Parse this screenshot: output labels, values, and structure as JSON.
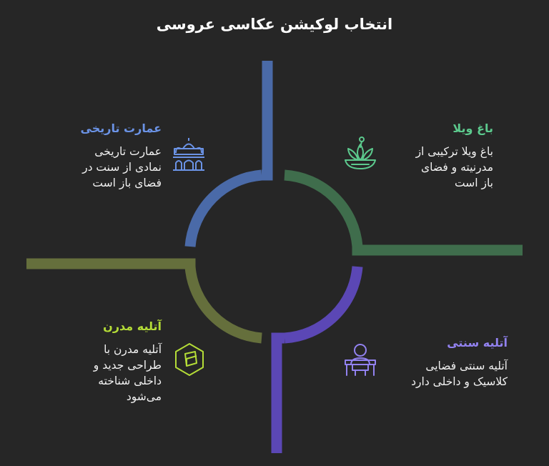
{
  "title": "انتخاب لوکیشن عکاسی عروسی",
  "colors": {
    "background": "#262626",
    "historic": "#4a6aa8",
    "garden": "#3f6d4c",
    "traditional": "#5b47b5",
    "modern": "#656f3c",
    "historic_text": "#6b93e6",
    "garden_text": "#5cc98d",
    "traditional_text": "#9282f0",
    "modern_text": "#b4dc37"
  },
  "quadrants": [
    {
      "id": "historic",
      "title": "عمارت تاریخی",
      "description": [
        "عمارت تاریخی",
        "نمادی از سنت در",
        "فضای باز است"
      ],
      "icon": "historic-mansion-icon"
    },
    {
      "id": "garden",
      "title": "باغ ویلا",
      "description": [
        "باغ ویلا ترکیبی از",
        "مدرنیته و فضای",
        "باز است"
      ],
      "icon": "garden-plant-icon"
    },
    {
      "id": "traditional",
      "title": "آتلیه سنتی",
      "description": [
        "آتلیه سنتی فضایی",
        "کلاسیک و داخلی دارد"
      ],
      "icon": "person-at-desk-icon"
    },
    {
      "id": "modern",
      "title": "آتلیه مدرن",
      "description": [
        "آتلیه مدرن با",
        "طراحی جدید و",
        "داخلی شناخته",
        "می‌شود"
      ],
      "icon": "hexagon-cube-icon"
    }
  ]
}
